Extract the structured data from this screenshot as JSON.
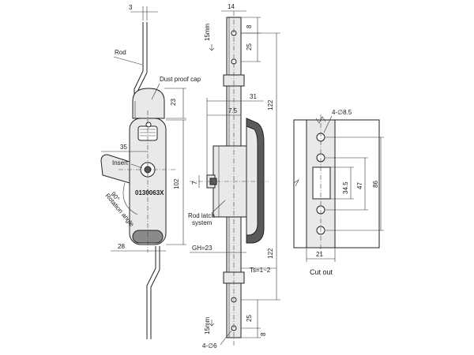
{
  "labels": {
    "rod": "Rod",
    "dust_cap": "Dust proof cap",
    "insert": "Insert",
    "marking": "0130063X",
    "rotation_angle": "Rotation angle",
    "angle_90": "90°",
    "rod_latch_line1": "Rod latch",
    "rod_latch_line2": "system",
    "cut_out": "Cut out",
    "stroke_15mm": "15mm"
  },
  "dimensions": {
    "d3": "3",
    "d23": "23",
    "d35": "35",
    "d102": "102",
    "d28": "28",
    "d14": "14",
    "d8_top": "8",
    "d25_top": "25",
    "d31": "31",
    "d7_5": "7.5",
    "d122_top": "122",
    "d7": "7",
    "gh": "GH=23",
    "d122_bottom": "122",
    "ts": "Ts=1~2",
    "d25_bottom": "25",
    "d8_bottom": "8",
    "holes_bottom": "4-∅6",
    "holes_cutout": "4-∅8.5",
    "d34_5": "34.5",
    "d47": "47",
    "d86": "86",
    "d21": "21"
  }
}
